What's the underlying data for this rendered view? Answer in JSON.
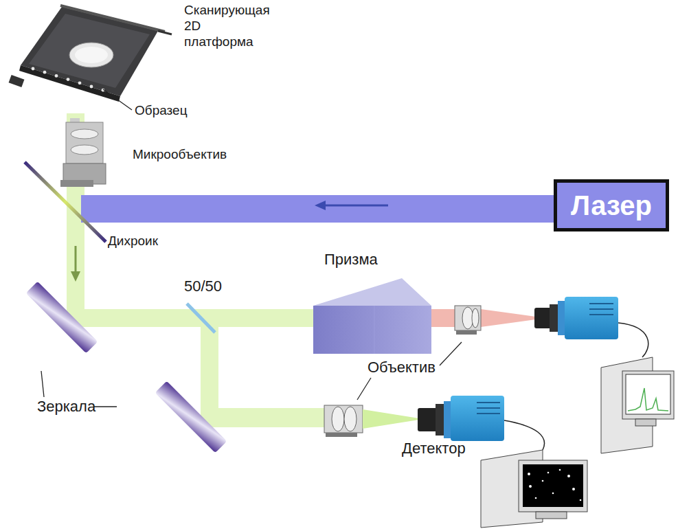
{
  "diagram": {
    "nodes": [
      {
        "text": [
          "Лазер"
        ]
      }
    ],
    "labels": [
      "Сканирующая 2D платформа",
      "Образец",
      "Микрообъектив",
      "Дихроик",
      "50/50",
      "Призма",
      "Объектив",
      "Зеркала",
      "Детектор"
    ]
  }
}
